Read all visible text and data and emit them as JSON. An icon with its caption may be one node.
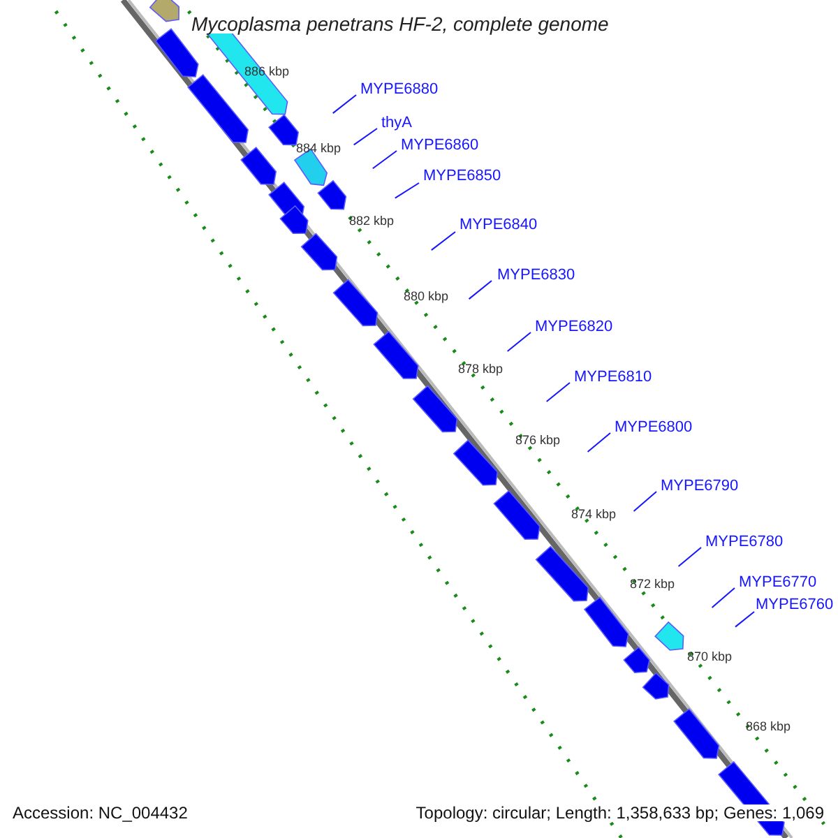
{
  "diagram": {
    "title": "Mycoplasma penetrans HF-2, complete genome",
    "nodes": [
      {
        "text": [
          "MYPE6880"
        ]
      },
      {
        "text": [
          "thyA"
        ]
      },
      {
        "text": [
          "MYPE6860"
        ]
      },
      {
        "text": [
          "MYPE6850"
        ]
      },
      {
        "text": [
          "MYPE6840"
        ]
      },
      {
        "text": [
          "MYPE6830"
        ]
      },
      {
        "text": [
          "MYPE6820"
        ]
      },
      {
        "text": [
          "MYPE6810"
        ]
      },
      {
        "text": [
          "MYPE6800"
        ]
      },
      {
        "text": [
          "MYPE6790"
        ]
      },
      {
        "text": [
          "MYPE6780"
        ]
      },
      {
        "text": [
          "MYPE6770"
        ]
      },
      {
        "text": [
          "MYPE6760"
        ]
      }
    ],
    "edges": [
      {
        "from": 0,
        "to": null,
        "arrow": "none"
      },
      {
        "from": 1,
        "to": null,
        "arrow": "none"
      },
      {
        "from": 2,
        "to": null,
        "arrow": "none"
      },
      {
        "from": 3,
        "to": null,
        "arrow": "none"
      },
      {
        "from": 4,
        "to": null,
        "arrow": "none"
      },
      {
        "from": 5,
        "to": null,
        "arrow": "none"
      },
      {
        "from": 6,
        "to": null,
        "arrow": "none"
      },
      {
        "from": 7,
        "to": null,
        "arrow": "none"
      },
      {
        "from": 8,
        "to": null,
        "arrow": "none"
      },
      {
        "from": 9,
        "to": null,
        "arrow": "none"
      },
      {
        "from": 10,
        "to": null,
        "arrow": "none"
      },
      {
        "from": 11,
        "to": null,
        "arrow": "none"
      },
      {
        "from": 12,
        "to": null,
        "arrow": "none"
      }
    ],
    "labels": [
      "886 kbp",
      "884 kbp",
      "882 kbp",
      "880 kbp",
      "878 kbp",
      "876 kbp",
      "874 kbp",
      "872 kbp",
      "870 kbp",
      "868 kbp",
      "Accession: NC_004432",
      "Topology: circular; Length: 1,358,633 bp; Genes: 1,069"
    ]
  }
}
